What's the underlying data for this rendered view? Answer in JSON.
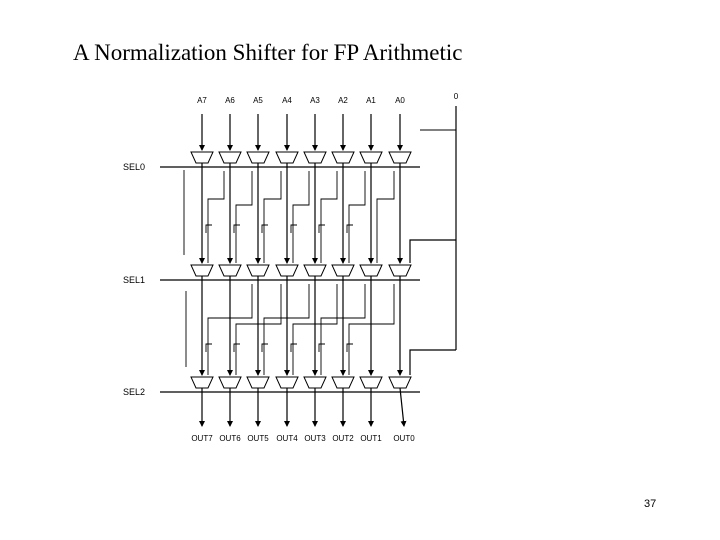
{
  "slide": {
    "title": "A Normalization Shifter for FP Arithmetic",
    "page_number": "37"
  },
  "diagram": {
    "top_input_label": "0",
    "inputs": [
      "A7",
      "A6",
      "A5",
      "A4",
      "A3",
      "A2",
      "A1",
      "A0"
    ],
    "selects": [
      "SEL0",
      "SEL1",
      "SEL2"
    ],
    "outputs": [
      "OUT7",
      "OUT6",
      "OUT5",
      "OUT4",
      "OUT3",
      "OUT2",
      "OUT1",
      "OUT0"
    ]
  }
}
